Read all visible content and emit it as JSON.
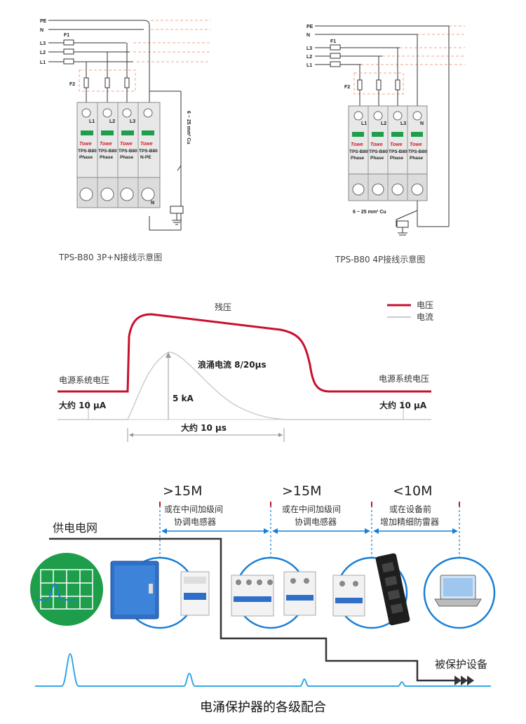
{
  "wiring": {
    "left": {
      "caption": "TPS-B80 3P+N接线示意图",
      "lines": [
        "PE",
        "N",
        "L3",
        "L2",
        "L1"
      ],
      "fuse1": "F1",
      "fuse2": "F2",
      "wire_size": "6 ~ 25 mm² Cu",
      "modules": [
        {
          "terminal": "L1",
          "brand": "Towe",
          "model": "TPS-B80",
          "type": "Phase"
        },
        {
          "terminal": "L2",
          "brand": "Towe",
          "model": "TPS-B80",
          "type": "Phase"
        },
        {
          "terminal": "L3",
          "brand": "Towe",
          "model": "TPS-B80",
          "type": "Phase"
        },
        {
          "terminal": "",
          "brand": "Towe",
          "model": "TPS-B80",
          "type": "N-PE"
        }
      ],
      "bottom_n": "N"
    },
    "right": {
      "caption": "TPS-B80 4P接线示意图",
      "lines": [
        "PE",
        "N",
        "L3",
        "L2",
        "L1"
      ],
      "fuse1": "F1",
      "fuse2": "F2",
      "wire_size": "6 ~ 25 mm² Cu",
      "modules": [
        {
          "terminal": "L1",
          "brand": "Towe",
          "model": "TPS-B80",
          "type": "Phase"
        },
        {
          "terminal": "L2",
          "brand": "Towe",
          "model": "TPS-B80",
          "type": "Phase"
        },
        {
          "terminal": "L3",
          "brand": "Towe",
          "model": "TPS-B80",
          "type": "Phase"
        },
        {
          "terminal": "N",
          "brand": "Towe",
          "model": "TPS-B80",
          "type": "Phase"
        }
      ]
    }
  },
  "waveform": {
    "legend": [
      {
        "label": "电压",
        "color": "#c8102e"
      },
      {
        "label": "电流",
        "color": "#bbbbbb"
      }
    ],
    "residual_label": "残压",
    "surge_label": "浪涌电流 8/20μs",
    "peak_label": "5 kA",
    "supply_left": "电源系统电压",
    "supply_right": "电源系统电压",
    "approx_left": "大约 10 μA",
    "approx_right": "大约 10 μA",
    "duration_label": "大约 10 μs"
  },
  "coordination": {
    "grid_label": "供电电网",
    "segments": [
      {
        "distance": ">15M",
        "note1": "或在中间加级间",
        "note2": "协调电感器"
      },
      {
        "distance": ">15M",
        "note1": "或在中间加级间",
        "note2": "协调电感器"
      },
      {
        "distance": "<10M",
        "note1": "或在设备前",
        "note2": "增加精细防雷器"
      }
    ],
    "protected_label": "被保护设备",
    "title": "电涌保护器的各级配合",
    "accent": "#1a7fd4",
    "arrow_color": "#333333"
  }
}
